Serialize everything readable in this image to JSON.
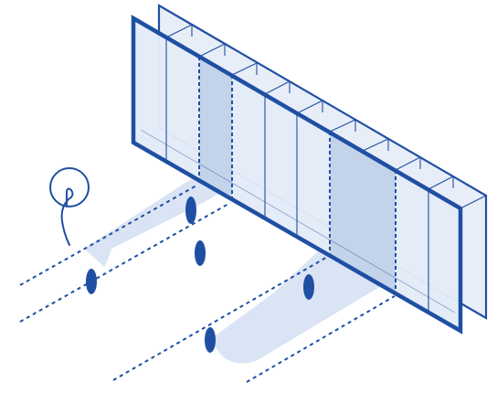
{
  "colors": {
    "stroke": "#1f4fa3",
    "panel_fill": "#e3ebf7",
    "highlight_fill": "#c3d3ea",
    "floor_fill": "#d4dff2",
    "background": "#ffffff"
  },
  "diagram": {
    "panels": 2,
    "segments_per_panel": 10,
    "highlighted_segments": [
      2,
      6,
      7
    ],
    "sensor_markers": 5,
    "icons": [
      "location-pin-icon"
    ]
  }
}
